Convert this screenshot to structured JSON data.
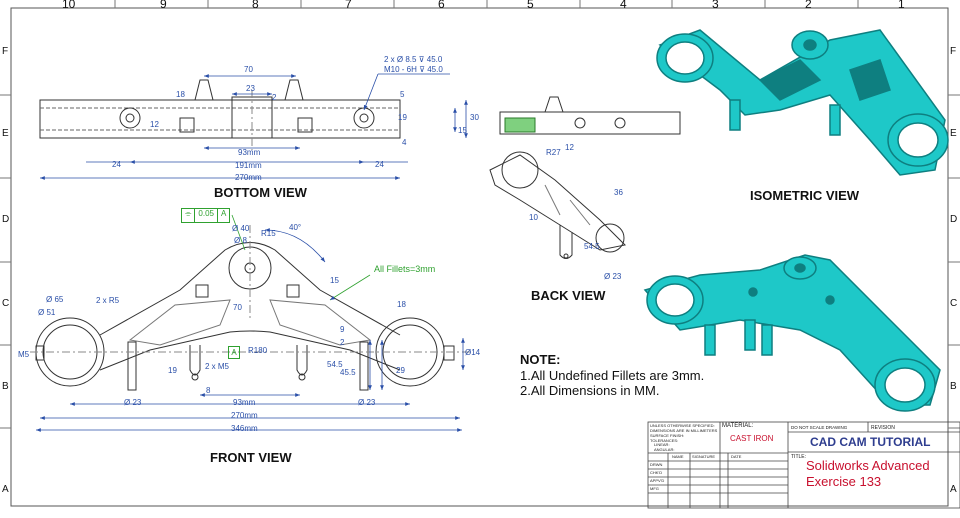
{
  "border": {
    "top_numbers": [
      "10",
      "9",
      "8",
      "7",
      "6",
      "5",
      "4",
      "3",
      "2",
      "1"
    ],
    "left_letters": [
      "F",
      "E",
      "D",
      "C",
      "B",
      "A"
    ],
    "right_letters": [
      "F",
      "E",
      "D",
      "C",
      "B",
      "A"
    ]
  },
  "views": {
    "bottom": "BOTTOM VIEW",
    "front": "FRONT VIEW",
    "back": "BACK VIEW",
    "isometric": "ISOMETRIC VIEW"
  },
  "bottom_view_dims": {
    "hole_callout_1": "2 x Ø 8.5 ⊽ 45.0",
    "hole_callout_2": "M10 - 6H ⊽ 45.0",
    "d70": "70",
    "d23": "23",
    "d18": "18",
    "d2": "2",
    "d5": "5",
    "d12": "12",
    "d19": "19",
    "d30": "30",
    "d15": "15",
    "d4": "4",
    "d93": "93mm",
    "d191": "191mm",
    "d270": "270mm",
    "d24a": "24",
    "d24b": "24"
  },
  "front_view_dims": {
    "flatness_sym": "⌯",
    "flatness_val": "0.05",
    "datum": "A",
    "d40": "Ø 40",
    "d8": "Ø 8",
    "r15": "R15",
    "ang40": "40°",
    "fillets": "All Fillets=3mm",
    "d65": "Ø 65",
    "d51": "Ø 51",
    "r85": "2 x R5",
    "d70": "70",
    "d15": "15",
    "d18": "18",
    "d9": "9",
    "d2": "2",
    "r180": "R180",
    "m5": "2 x M5",
    "m5b": "M5",
    "d14": "Ø14",
    "d29": "29",
    "d19": "19",
    "d545": "54.5",
    "d455": "45.5",
    "d8b": "8",
    "d23a": "Ø 23",
    "d23b": "Ø 23",
    "d93": "93mm",
    "d270": "270mm",
    "d346": "346mm"
  },
  "back_view_dims": {
    "r27": "R27",
    "d12": "12",
    "d36": "36",
    "d23": "Ø 23",
    "d545": "54.5",
    "d10": "10"
  },
  "note": {
    "title": "NOTE:",
    "line1": "1.All Undefined Fillets are 3mm.",
    "line2": "2.All Dimensions in MM."
  },
  "title_block": {
    "unless": "UNLESS OTHERWISE SPECIFIED:",
    "dims_in": "DIMENSIONS ARE IN MILLIMETERS",
    "surface": "SURFACE FINISH:",
    "tolerances": "TOLERANCES:",
    "linear": "LINEAR:",
    "angular": "ANGULAR:",
    "material_label": "MATERIAL:",
    "material_value": "CAST IRON",
    "do_not_scale": "DO NOT SCALE DRAWING",
    "revision": "REVISION",
    "brand": "CAD CAM TUTORIAL",
    "col_name": "NAME",
    "col_signature": "SIGNATURE",
    "col_date": "DATE",
    "row_drwn": "DRWN",
    "row_chkd": "CHK'D",
    "row_appvd": "APPV'D",
    "row_mfg": "MFG",
    "title_label": "TITLE:",
    "title_line1": "Solidworks Advanced",
    "title_line2": "Exercise 133"
  },
  "colors": {
    "model_cyan": "#1ec8c8",
    "model_dark": "#0e7f80",
    "dim_blue": "#2a4fa8",
    "callout_green": "#2fa12f",
    "title_red": "#c8102e"
  }
}
